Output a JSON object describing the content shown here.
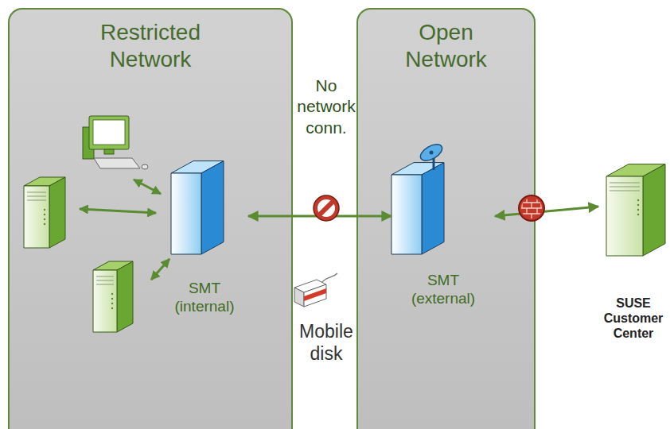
{
  "diagram": {
    "nodes": [
      {
        "text": [
          "Restricted Network"
        ]
      },
      {
        "text": [
          "Open Network"
        ]
      },
      {
        "text": [
          "SMT (internal)"
        ],
        "in": 0
      },
      {
        "text": [
          "SMT (external)"
        ],
        "in": 1
      },
      {
        "text": [
          "SUSE Customer Center"
        ]
      }
    ],
    "edges": [
      {
        "from": 2,
        "to": 3,
        "arrow": "both",
        "label": "No network conn."
      },
      {
        "from": 3,
        "to": 4,
        "arrow": "both"
      }
    ],
    "labels": [
      "Mobile disk"
    ]
  }
}
